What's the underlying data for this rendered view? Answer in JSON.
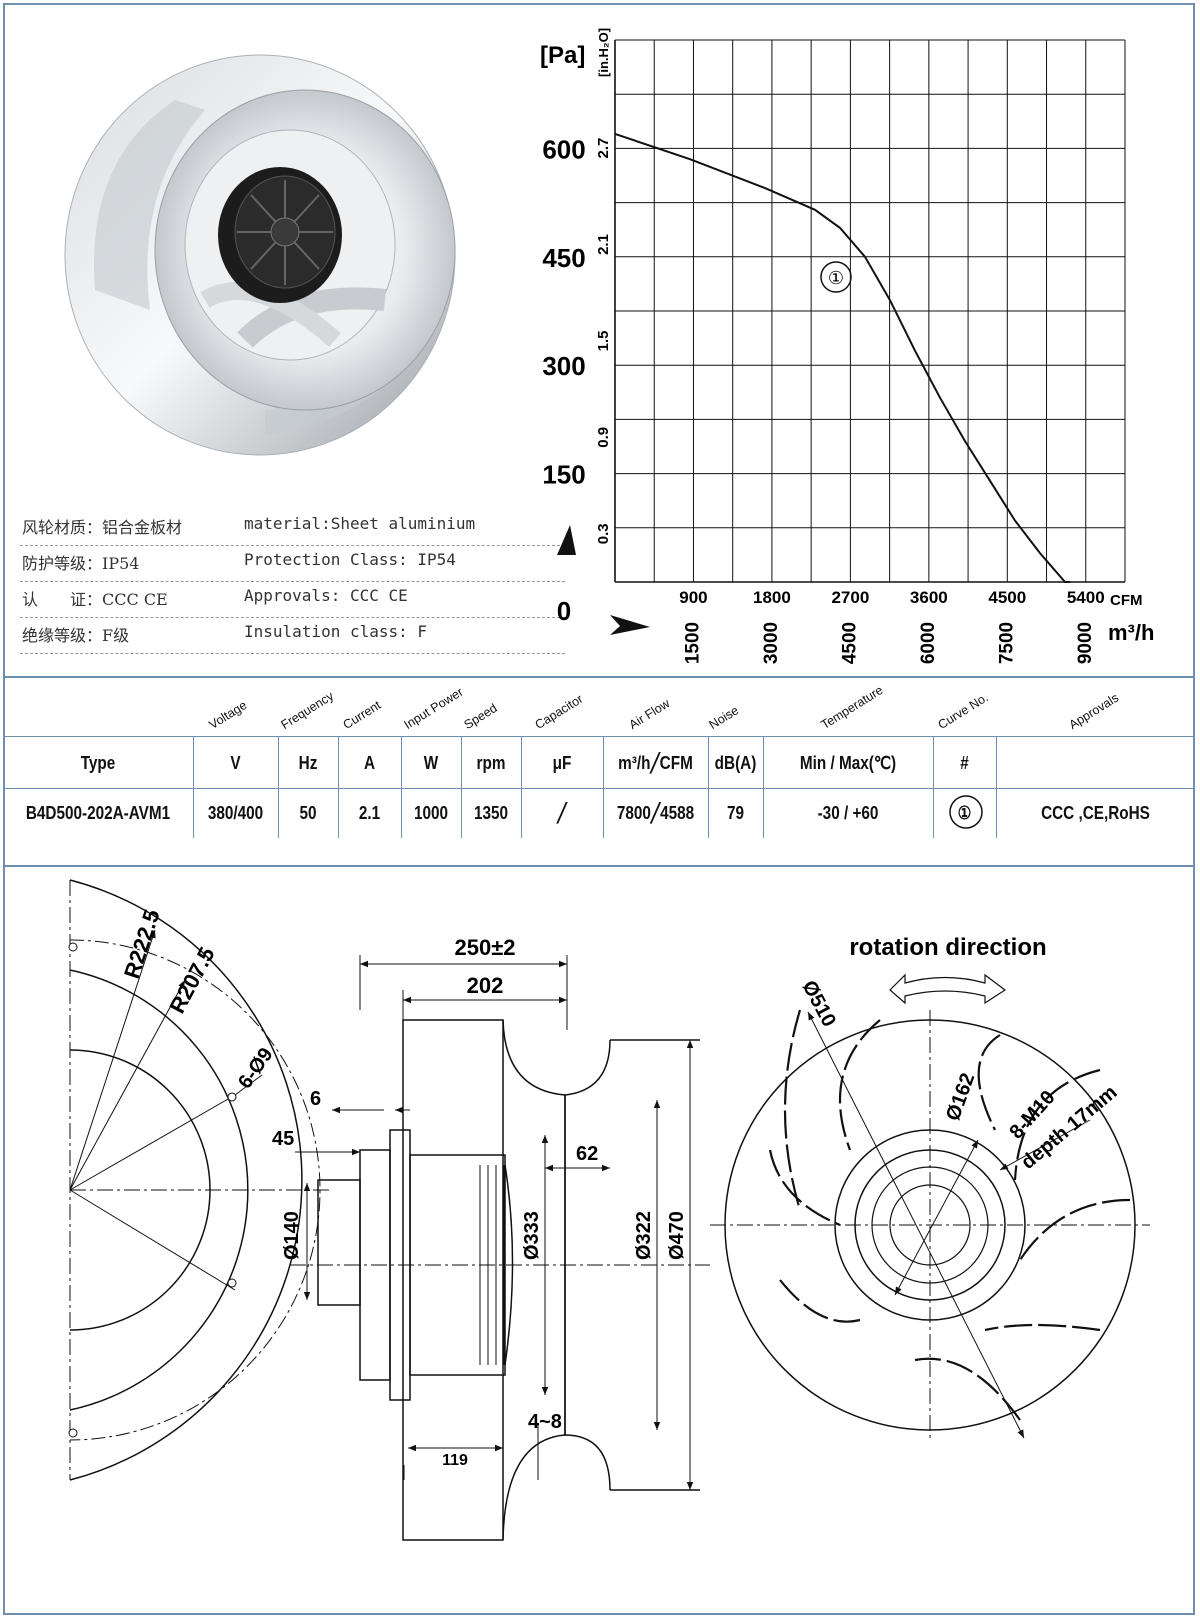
{
  "properties": [
    {
      "zh": "风轮材质：铝合金板材",
      "en": "material:Sheet aluminium"
    },
    {
      "zh": "防护等级：IP54",
      "en": "Protection Class: IP54"
    },
    {
      "zh": "认　　证：CCC CE",
      "en": "Approvals: CCC  CE"
    },
    {
      "zh": "绝缘等级：F级",
      "en": "Insulation class: F"
    }
  ],
  "chart_data": {
    "type": "line",
    "y_unit_left": "[Pa]",
    "y_unit_right": "[in.H₂O]",
    "y_ticks_pa": [
      "600",
      "450",
      "300",
      "150",
      "0"
    ],
    "y_ticks_inh2o": [
      "2.7",
      "2.1",
      "1.5",
      "0.9",
      "0.3"
    ],
    "x_ticks_cfm": [
      "900",
      "1800",
      "2700",
      "3600",
      "4500",
      "5400"
    ],
    "x_unit_cfm": "CFM",
    "x_ticks_m3h": [
      "1500",
      "3000",
      "4500",
      "6000",
      "7500",
      "9000"
    ],
    "x_unit_m3h": "m³/h",
    "xlim_m3h": [
      0,
      10200
    ],
    "ylim_pa": [
      0,
      750
    ],
    "curve_label": "①",
    "series": [
      {
        "x_m3h": [
          0,
          1500,
          3000,
          4000,
          4500,
          5000,
          5500,
          6000,
          6500,
          7000,
          7500,
          8000,
          8500,
          9000,
          9100
        ],
        "y_pa": [
          620,
          585,
          545,
          515,
          490,
          450,
          390,
          320,
          255,
          195,
          140,
          85,
          40,
          0,
          0
        ]
      }
    ],
    "grid": true
  },
  "spec_table": {
    "header_labels": [
      "Voltage",
      "Frequency",
      "Current",
      "Input Power",
      "Speed",
      "Capacitor",
      "Air Flow",
      "Noise",
      "Temperature",
      "Curve No.",
      "Approvals"
    ],
    "units": [
      "Type",
      "V",
      "Hz",
      "A",
      "W",
      "rpm",
      "μF",
      "m³/h╱CFM",
      "dB(A)",
      "Min / Max(℃)",
      "#",
      ""
    ],
    "row": [
      "B4D500-202A-AVM1",
      "380/400",
      "50",
      "2.1",
      "1000",
      "1350",
      "╱",
      "7800╱4588",
      "79",
      "-30 / +60",
      "①",
      "CCC ,CE,RoHS"
    ]
  },
  "drawing": {
    "left": {
      "r1": "R222.5",
      "r2": "R207.5",
      "holes": "6-Ø9"
    },
    "side": {
      "d250": "250±2",
      "d202": "202",
      "d6": "6",
      "d45": "45",
      "d140": "Ø140",
      "d333": "Ø333",
      "d62": "62",
      "d322": "Ø322",
      "d470": "Ø470",
      "d48": "4~8",
      "d119": "119"
    },
    "front": {
      "rotation": "rotation direction",
      "d510": "Ø510",
      "d162": "Ø162",
      "m10": "8-M10",
      "depth": "depth 17mm"
    }
  },
  "colors": {
    "frame": "#6d8fb0",
    "ink": "#111111"
  }
}
